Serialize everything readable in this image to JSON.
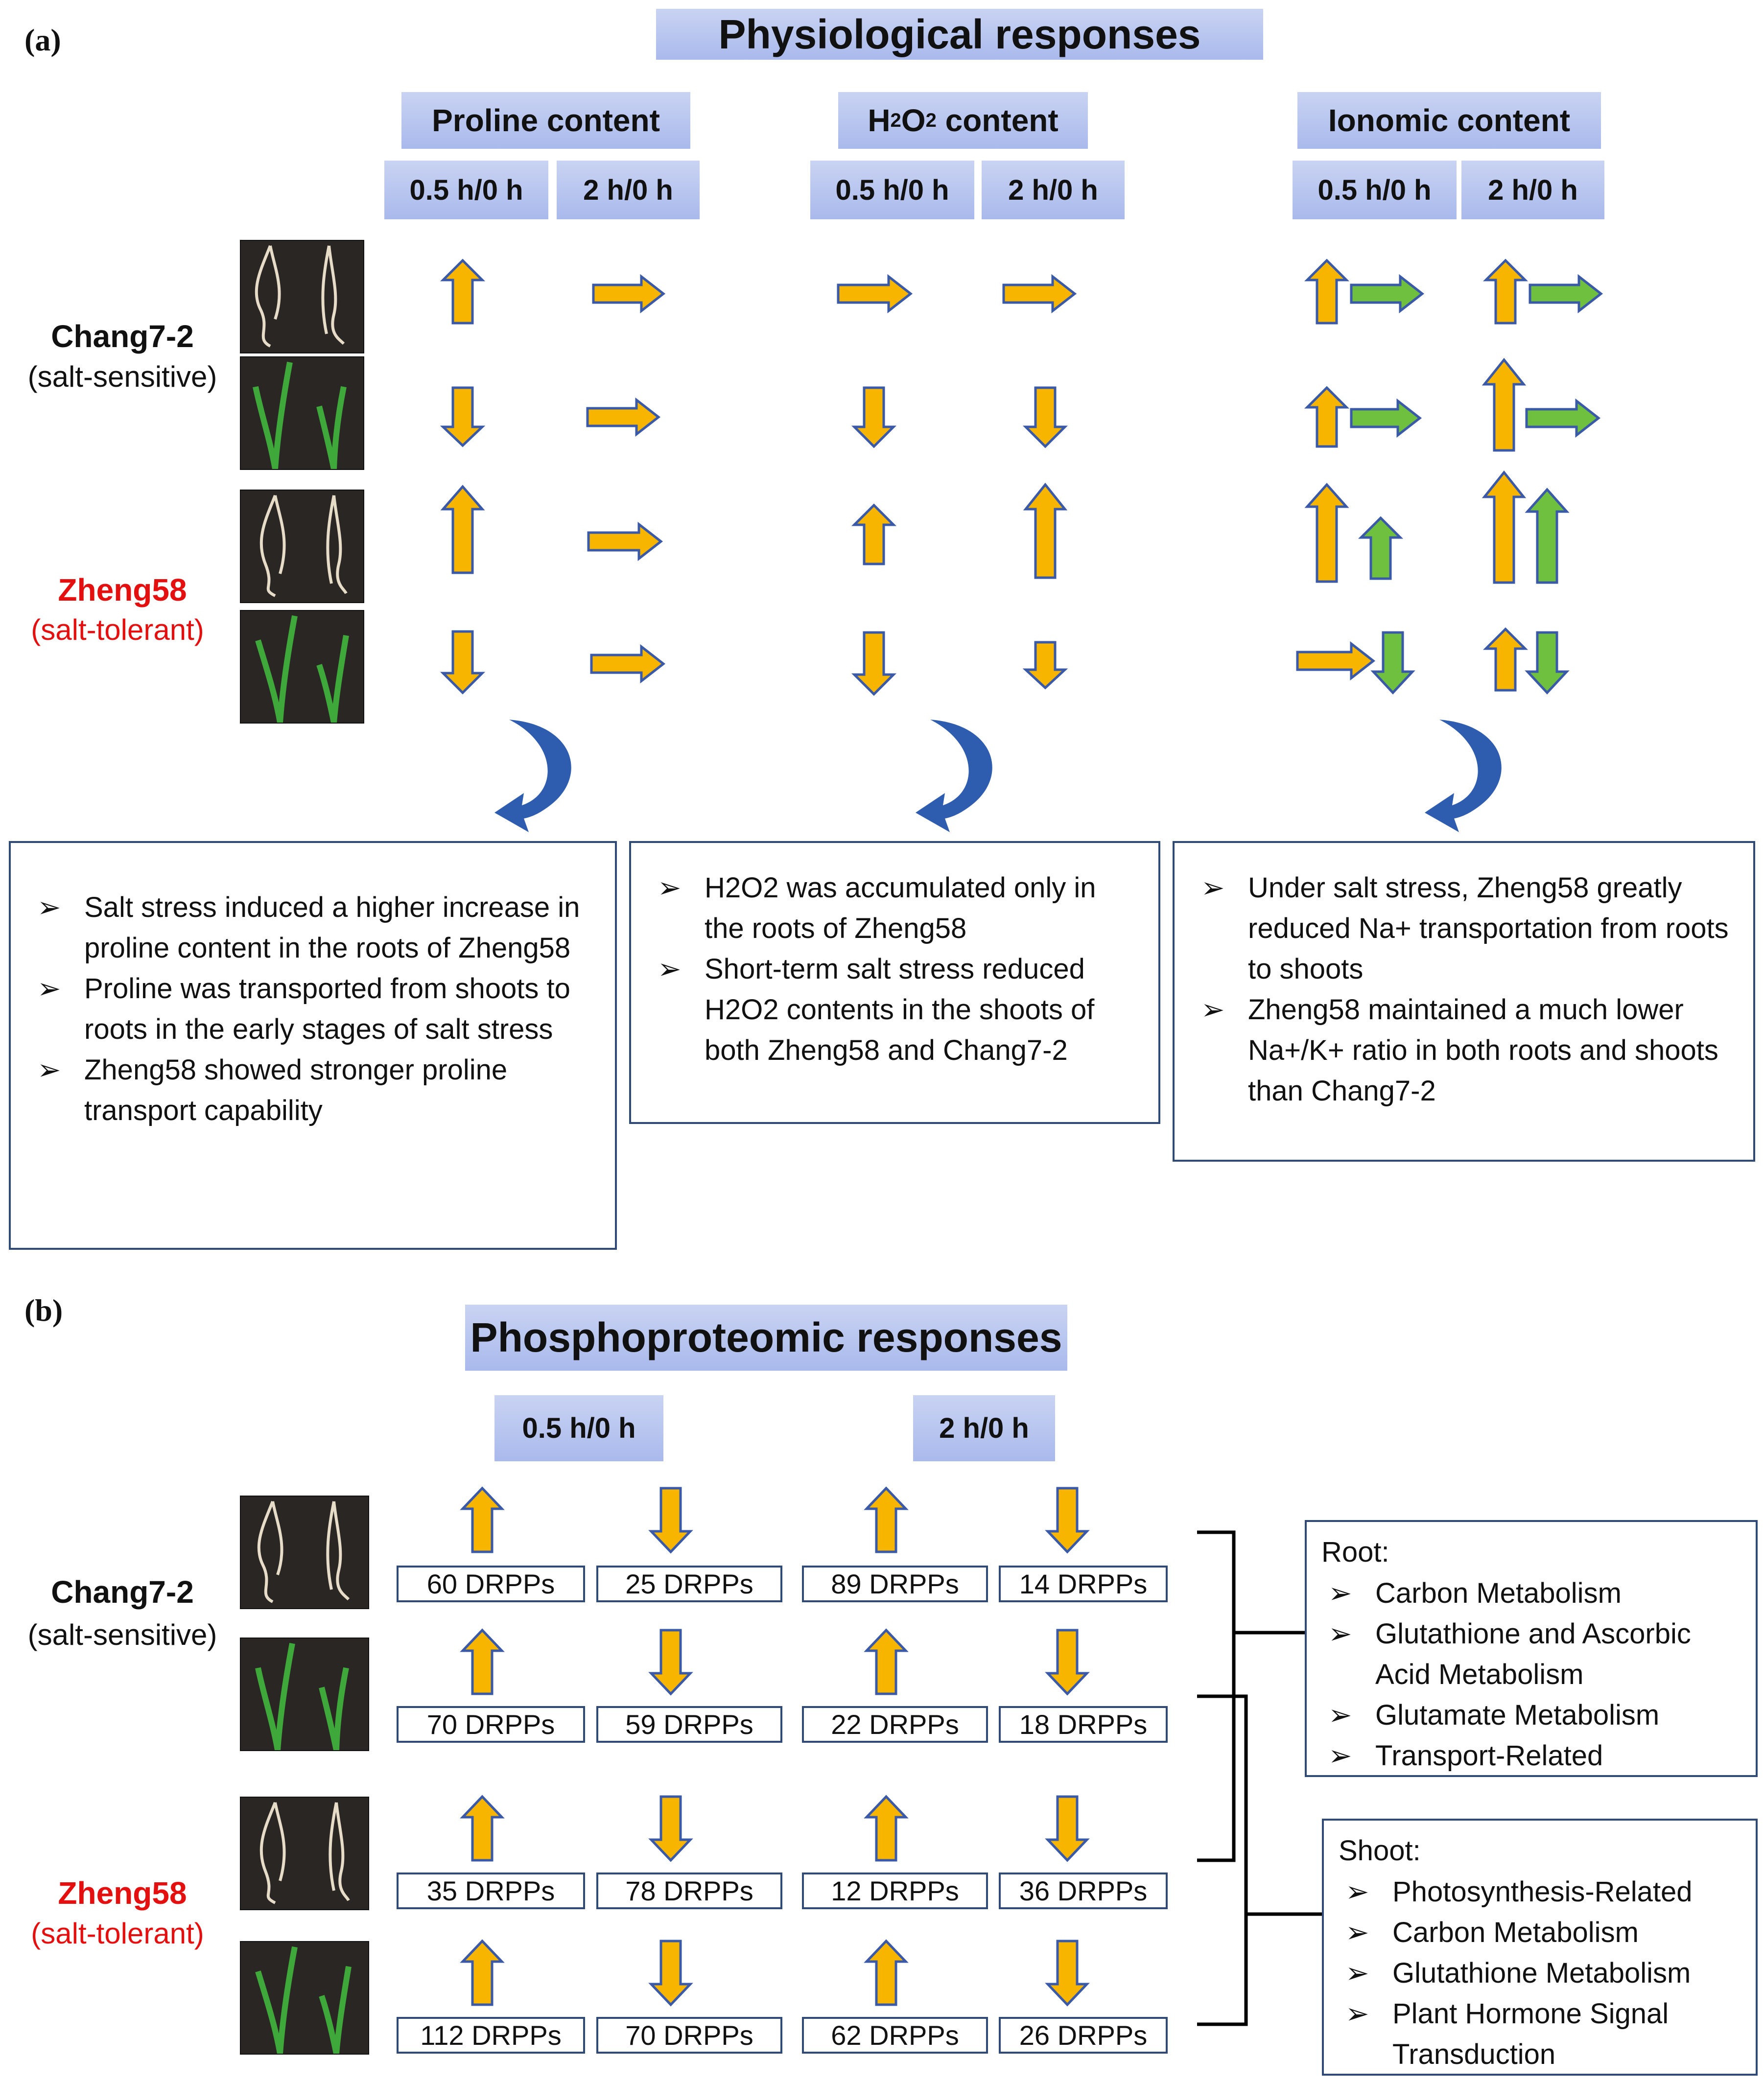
{
  "panel_a": {
    "label": "(a)",
    "title": "Physiological responses",
    "groups": [
      {
        "title_html": "Proline content",
        "times": [
          "0.5 h/0 h",
          "2 h/0 h"
        ]
      },
      {
        "title_pre": "H",
        "title_sub1": "2",
        "title_mid": "O",
        "title_sub2": "2",
        "title_post": " content",
        "times": [
          "0.5 h/0 h",
          "2 h/0 h"
        ]
      },
      {
        "title_html": "Ionomic content",
        "times": [
          "0.5 h/0 h",
          "2 h/0 h"
        ]
      }
    ],
    "cultivars": [
      {
        "name": "Chang7-2",
        "type": "(salt-sensitive)"
      },
      {
        "name": "Zheng58",
        "type": "(salt-tolerant)"
      }
    ],
    "findings": [
      [
        "Salt stress induced a higher increase in proline content in the roots of Zheng58",
        "Proline was transported from shoots to roots in the early stages of salt stress",
        "Zheng58 showed stronger proline transport capability"
      ],
      [
        "H2O2 was accumulated only in the roots of Zheng58",
        "Short-term salt stress reduced H2O2 contents in the shoots of both Zheng58 and Chang7-2"
      ],
      [
        "Under salt stress, Zheng58 greatly reduced Na+ transportation from roots to shoots",
        "Zheng58 maintained a much lower Na+/K+ ratio in both roots and shoots than Chang7-2"
      ]
    ],
    "bullet_glyph": "➢"
  },
  "panel_b": {
    "label": "(b)",
    "title": "Phosphoproteomic responses",
    "times": [
      "0.5 h/0 h",
      "2 h/0 h"
    ],
    "rows": [
      [
        "60 DRPPs",
        "25 DRPPs",
        "89 DRPPs",
        "14 DRPPs"
      ],
      [
        "70 DRPPs",
        "59 DRPPs",
        "22 DRPPs",
        "18 DRPPs"
      ],
      [
        "35 DRPPs",
        "78 DRPPs",
        "12 DRPPs",
        "36 DRPPs"
      ],
      [
        "112 DRPPs",
        "70 DRPPs",
        "62 DRPPs",
        "26 DRPPs"
      ]
    ],
    "root": {
      "title": "Root:",
      "items": [
        "Carbon Metabolism",
        "Glutathione and Ascorbic Acid Metabolism",
        "Glutamate Metabolism",
        "Transport-Related"
      ]
    },
    "shoot": {
      "title": "Shoot:",
      "items": [
        "Photosynthesis-Related",
        "Carbon Metabolism",
        "Glutathione Metabolism",
        "Plant Hormone Signal Transduction"
      ]
    }
  },
  "colors": {
    "orange": "#f7b500",
    "green": "#70c040",
    "arrow_outline": "#3a5aa8",
    "box_border": "#2f4a74",
    "curved_arrow": "#2e5cae",
    "header_bg": "#b2c0ec"
  }
}
